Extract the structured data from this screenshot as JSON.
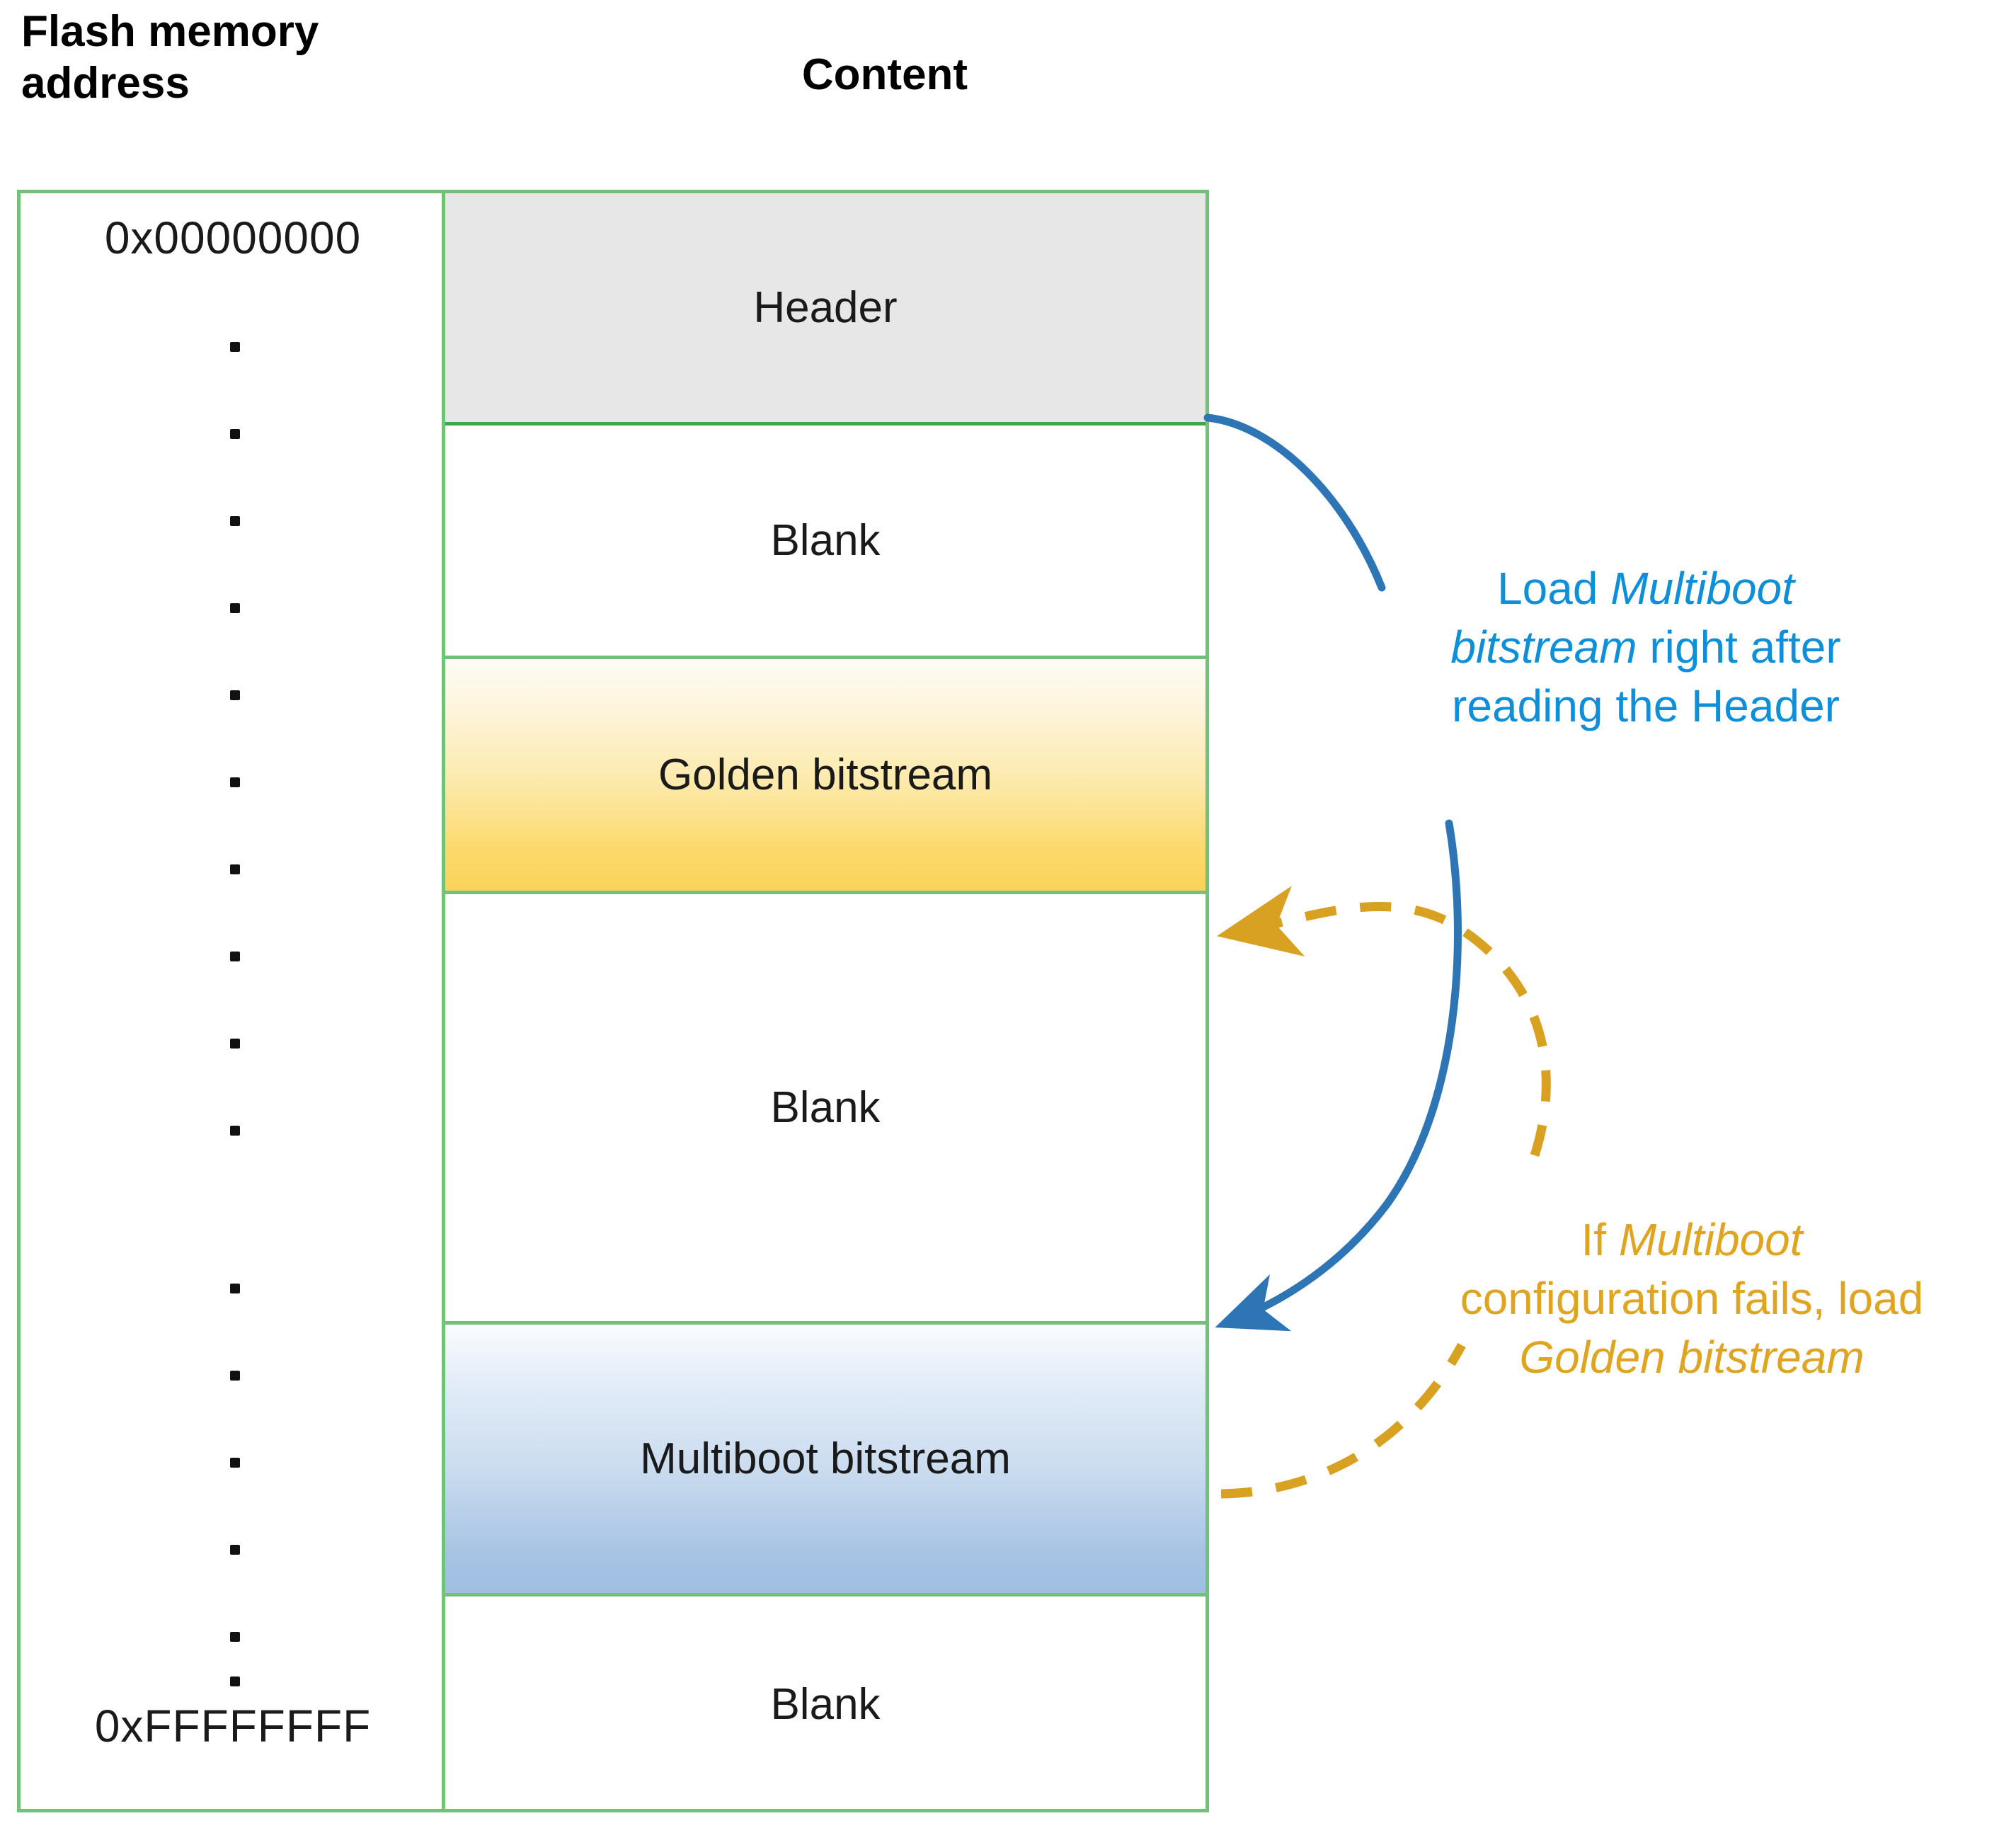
{
  "headings": {
    "flash_address": "Flash memory address",
    "content": "Content"
  },
  "addresses": {
    "start": "0x00000000",
    "end": "0xFFFFFFFF"
  },
  "rows": [
    {
      "id": "header",
      "label": "Header",
      "fill": "#E7E7E7"
    },
    {
      "id": "blank1",
      "label": "Blank",
      "fill": "#FFFFFF"
    },
    {
      "id": "golden",
      "label": "Golden bitstream",
      "fill": "#FBD25A"
    },
    {
      "id": "blank2",
      "label": "Blank",
      "fill": "#FFFFFF"
    },
    {
      "id": "multiboot",
      "label": "Multiboot bitstream",
      "fill": "#9FBEE1"
    },
    {
      "id": "blank3",
      "label": "Blank",
      "fill": "#FFFFFF"
    }
  ],
  "annotations": {
    "blue": {
      "color": "#0F8FD8",
      "line1_plain": "Load ",
      "line1_em": "Multiboot",
      "line2_em": "bitstream",
      "line2_plain": " right after",
      "line3_plain": "reading the Header",
      "full_text": "Load Multiboot bitstream right after reading the Header"
    },
    "orange": {
      "color": "#DFA521",
      "line1_plain": "If ",
      "line1_em": "Multiboot",
      "line2_plain": "configuration fails, load",
      "line3_em": "Golden bitstream",
      "full_text": "If Multiboot configuration fails, load Golden bitstream"
    }
  },
  "colors": {
    "grid_green": "#72C178",
    "header_gray": "#E7E7E7",
    "golden_yellow": "#FBD25A",
    "multiboot_blue": "#9FBEE1",
    "arrow_blue": "#2E75B6",
    "arrow_orange": "#D9A121"
  },
  "ellipsis_dots_upper": 10,
  "ellipsis_dots_lower": 6
}
